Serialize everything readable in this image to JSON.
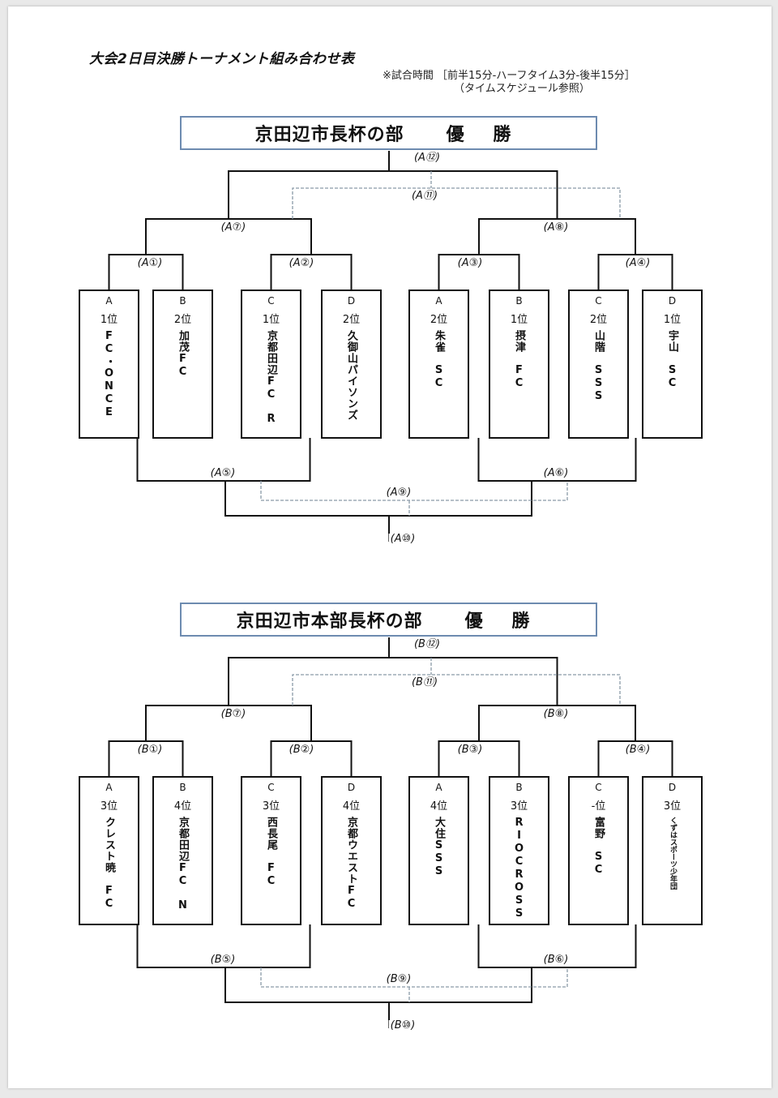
{
  "document": {
    "title": "大会2日目決勝トーナメント組み合わせ表",
    "note_line1": "※試合時間 ［前半15分-ハーフタイム3分-後半15分］",
    "note_line2": "（タイムスケジュール参照）"
  },
  "colors": {
    "banner_border": "#6d8bb0",
    "line": "#111111",
    "dashed_line": "#8a9aa8"
  },
  "brackets": [
    {
      "banner_title": "京田辺市長杯の部",
      "banner_winner": "優 勝",
      "matches": {
        "m1": "(A①)",
        "m2": "(A②)",
        "m3": "(A③)",
        "m4": "(A④)",
        "m5": "(A⑤)",
        "m6": "(A⑥)",
        "m7": "(A⑦)",
        "m8": "(A⑧)",
        "m9": "(A⑨)",
        "m10": "(A⑩)",
        "m11": "(A⑪)",
        "m12": "(A⑫)"
      },
      "teams": [
        {
          "group": "A",
          "rank": "1位",
          "name": "FC・ONCE"
        },
        {
          "group": "B",
          "rank": "2位",
          "name": "加茂FC"
        },
        {
          "group": "C",
          "rank": "1位",
          "name": "京都田辺FC　R"
        },
        {
          "group": "D",
          "rank": "2位",
          "name": "久御山パイソンズ"
        },
        {
          "group": "A",
          "rank": "2位",
          "name": "朱雀　SC"
        },
        {
          "group": "B",
          "rank": "1位",
          "name": "摂津　FC"
        },
        {
          "group": "C",
          "rank": "2位",
          "name": "山階　SSS"
        },
        {
          "group": "D",
          "rank": "1位",
          "name": "宇山　SC"
        }
      ]
    },
    {
      "banner_title": "京田辺市本部長杯の部",
      "banner_winner": "優 勝",
      "matches": {
        "m1": "(B①)",
        "m2": "(B②)",
        "m3": "(B③)",
        "m4": "(B④)",
        "m5": "(B⑤)",
        "m6": "(B⑥)",
        "m7": "(B⑦)",
        "m8": "(B⑧)",
        "m9": "(B⑨)",
        "m10": "(B⑩)",
        "m11": "(B⑪)",
        "m12": "(B⑫)"
      },
      "teams": [
        {
          "group": "A",
          "rank": "3位",
          "name": "クレスト暁　FC"
        },
        {
          "group": "B",
          "rank": "4位",
          "name": "京都田辺FC　N"
        },
        {
          "group": "C",
          "rank": "3位",
          "name": "西長尾　FC"
        },
        {
          "group": "D",
          "rank": "4位",
          "name": "京都ウエストFC"
        },
        {
          "group": "A",
          "rank": "4位",
          "name": "大住SSS"
        },
        {
          "group": "B",
          "rank": "3位",
          "name": "RIOCROSS"
        },
        {
          "group": "C",
          "rank": "-位",
          "name": "富野　SC"
        },
        {
          "group": "D",
          "rank": "3位",
          "name": "くずはスポーツ少年団"
        }
      ]
    }
  ]
}
